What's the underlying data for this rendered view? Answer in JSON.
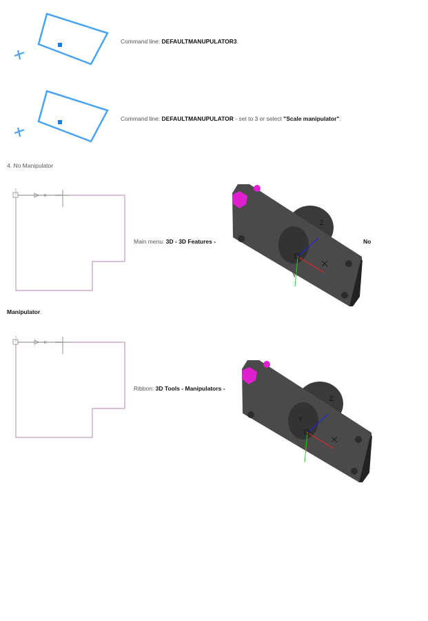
{
  "section3": {
    "row1": {
      "prefix": "Command line: ",
      "command": "DEFAULTMANUPULATOR3",
      "suffix": "."
    },
    "row2": {
      "prefix": "Command line: ",
      "command": "DEFAULTMANUPULATOR",
      "middle": " - set to 3 or select ",
      "option": "\"Scale manipulator\"",
      "suffix": "."
    }
  },
  "section4": {
    "heading": "4. No Manipulator",
    "row1": {
      "prefix": "Main menu: ",
      "path": "3D - 3D Features - ",
      "item_start": "No",
      "item_end": "Manipulator",
      "suffix": "."
    },
    "row2": {
      "prefix": "Ribbon: ",
      "path": "3D Tools - Manipulators - "
    },
    "axes": {
      "x": "X",
      "y": "Y",
      "z": "Z"
    }
  },
  "colors": {
    "accent": "#4aa3ef",
    "sketch": "#b784b8",
    "part": "#444444",
    "bolt": "#e020d0"
  }
}
